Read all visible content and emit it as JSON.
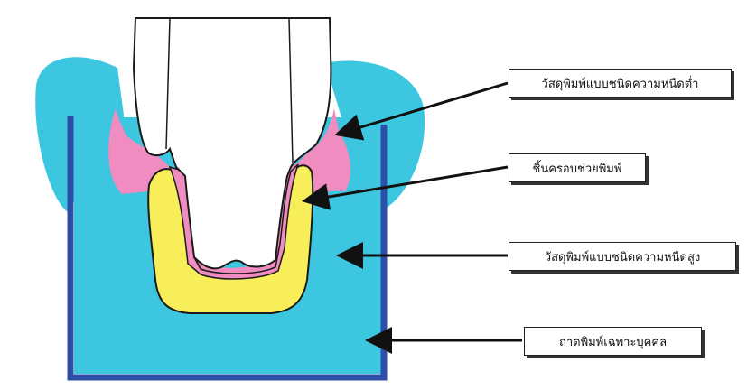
{
  "diagram": {
    "labels": {
      "low_viscosity": "วัสดุพิมพ์แบบชนิดความหนืดต่ำ",
      "custom_piece": "ชิ้นครอบช่วยพิมพ์",
      "high_viscosity": "วัสดุพิมพ์แบบชนิดความหนืดสูง",
      "tray": "ถาดพิมพ์เฉพาะบุคคล"
    },
    "colors": {
      "low_viscosity_material": "#f08cc0",
      "coping_piece": "#f7ee5a",
      "high_viscosity_material": "#3cc6e0",
      "tray_outline": "#2d4fa8",
      "tooth": "#ffffff",
      "outline": "#1a1a1a"
    }
  }
}
